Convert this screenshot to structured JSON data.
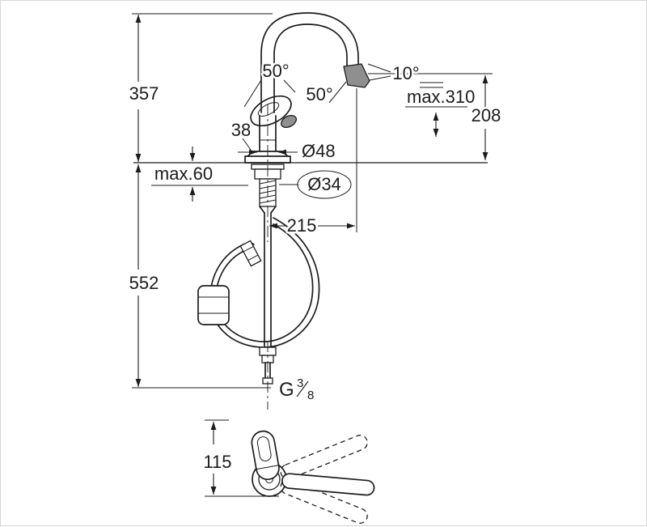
{
  "page": {
    "background": "#ffffff"
  },
  "drawing": {
    "type": "technical-dimension-drawing",
    "subject": "single-lever kitchen faucet with pull-out spray, side view, under-counter hose loop and top view with swivel range",
    "colors": {
      "line": "#1c1c1c",
      "shade": "#8f8f8f",
      "background": "#ffffff"
    },
    "labels": {
      "height_total": "357",
      "hose_length": "552",
      "angle_handle": "50°",
      "angle_spout": "50°",
      "angle_spray": "10°",
      "max_height": "max.310",
      "outlet_height": "208",
      "dim_38": "38",
      "dia_48": "Ø48",
      "counter_max": "max.60",
      "dia_34": "Ø34",
      "reach_215": "215",
      "thread_g": "G",
      "thread_num": "3",
      "thread_den": "8",
      "bottom_height": "115"
    }
  }
}
